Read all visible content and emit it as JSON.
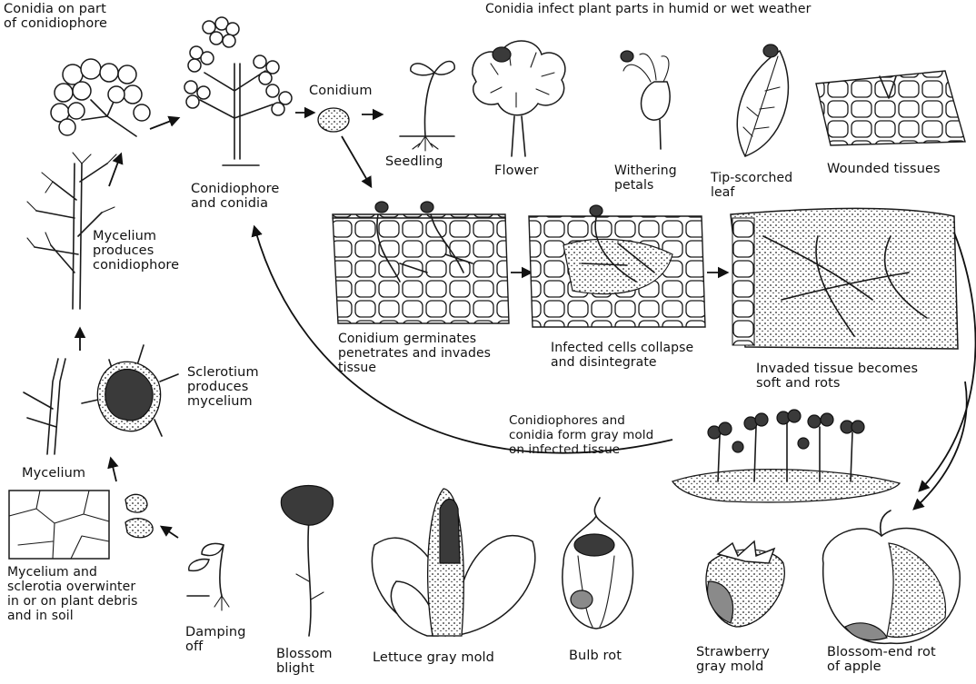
{
  "labels": {
    "conidia_on_part": "Conidia on part\nof conidiophore",
    "top_header": "Conidia infect plant parts in humid or wet weather",
    "conidium": "Conidium",
    "seedling": "Seedling",
    "flower": "Flower",
    "withering_petals": "Withering\npetals",
    "tip_scorched_leaf": "Tip-scorched\nleaf",
    "wounded_tissues": "Wounded tissues",
    "conidiophore_and_conidia": "Conidiophore\nand conidia",
    "mycelium_produces": "Mycelium\nproduces\nconidiophore",
    "conidium_germinates": "Conidium germinates\npenetrates and invades\ntissue",
    "infected_cells": "Infected cells collapse\nand disintegrate",
    "invaded_tissue": "Invaded tissue becomes\nsoft and rots",
    "sclerotium_produces": "Sclerotium\nproduces\nmycelium",
    "gray_mold_form": "Conidiophores and\nconidia form gray mold\non infected tissue",
    "mycelium": "Mycelium",
    "overwinter": "Mycelium and\nsclerotia overwinter\nin or on plant debris\nand in soil",
    "damping_off": "Damping\noff",
    "blossom_blight": "Blossom\nblight",
    "lettuce_gray_mold": "Lettuce gray mold",
    "bulb_rot": "Bulb rot",
    "strawberry_gray_mold": "Strawberry\ngray mold",
    "blossom_end_rot": "Blossom-end rot\nof apple"
  }
}
